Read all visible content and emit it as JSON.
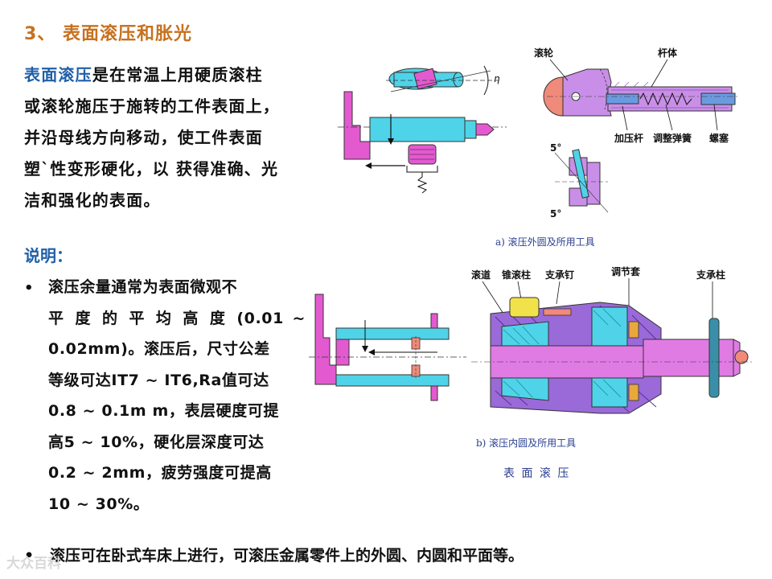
{
  "slide": {
    "title": "3、 表面滚压和胀光",
    "intro": {
      "highlight": "表面滚压",
      "line1_rest": "是在常温上用硬质滚柱",
      "line2": "或滚轮施压于施转的工件表面上，",
      "line3": "并沿母线方向移动，使工件表面",
      "line4": "塑`性变形硬化，以  获得准确、光",
      "line5": "洁和强化的表面。"
    },
    "explain_label": "说明：",
    "bullet1_lines": [
      "滚压余量通常为表面微观不",
      "平 度 的 平 均 高 度 (0.01 ~",
      "0.02mm)。滚压后，尺寸公差",
      "等级可达IT7 ~ IT6,Ra值可达",
      "0.8 ~ 0.1m  m，表层硬度可提",
      "高5 ~ 10%，硬化层深度可达",
      "0.2 ~ 2mm，疲劳强度可提高",
      "10 ~ 30%。"
    ],
    "bullet_symbol": "•",
    "bullet2": "滚压可在卧式车床上进行，可滚压金属零件上的外圆、内圆和平面等。"
  },
  "figures": {
    "fig_a_labels": {
      "roller": "滚轮",
      "rod_body": "杆体",
      "press_rod": "加压杆",
      "spring": "调整弹簧",
      "plug": "螺塞",
      "angle_top": "5°",
      "angle_bottom": "5°",
      "eta": "η"
    },
    "fig_a_caption": "a) 滚压外圆及所用工具",
    "fig_b_labels": {
      "raceway": "滚道",
      "cone_roller": "锥滚柱",
      "support_pin": "支承钉",
      "adjust_sleeve": "调节套",
      "support_post": "支承柱"
    },
    "fig_b_caption": "b) 滚压内圆及所用工具",
    "figure_title": "表 面 滚 压"
  },
  "watermark": "大众百科",
  "colors": {
    "title": "#c7711f",
    "accent_blue": "#1f5fa8",
    "magenta": "#e35ad0",
    "cyan": "#4fd3e8",
    "purple": "#9a6ad8",
    "caption": "#2a3f8f"
  }
}
